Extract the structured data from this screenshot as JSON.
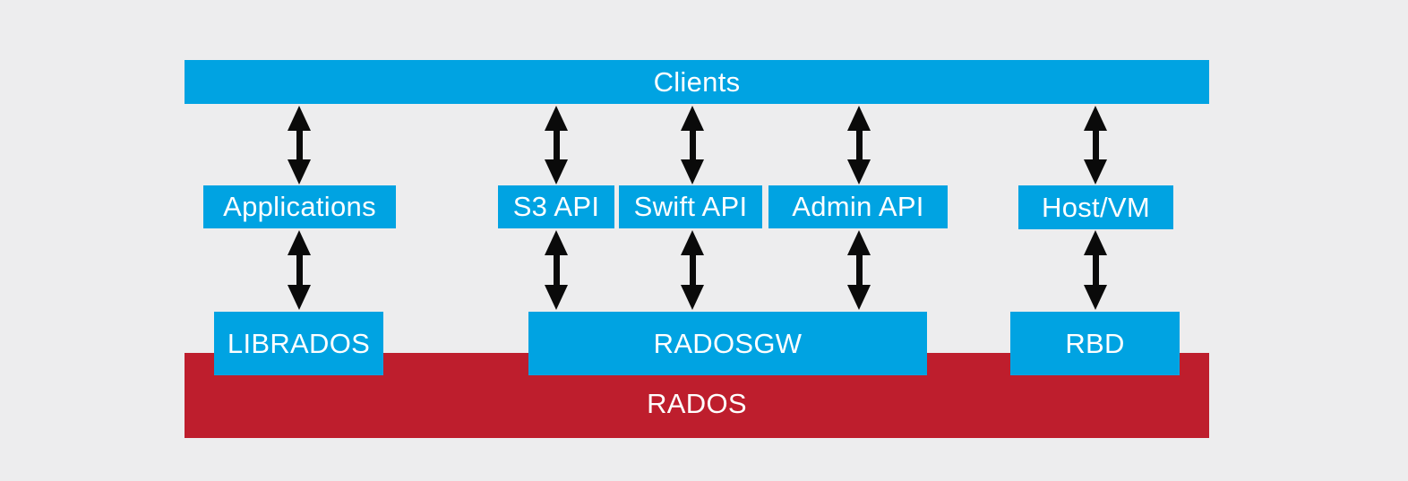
{
  "colors": {
    "bg": "#ededee",
    "blue": "#00a3e2",
    "red": "#be1e2d",
    "label": "#ffffff",
    "arrow": "#0a0a0a"
  },
  "nodes": {
    "clients": {
      "label": "Clients"
    },
    "applications": {
      "label": "Applications"
    },
    "s3_api": {
      "label": "S3 API"
    },
    "swift_api": {
      "label": "Swift API"
    },
    "admin_api": {
      "label": "Admin API"
    },
    "host_vm": {
      "label": "Host/VM"
    },
    "librados": {
      "label": "LIBRADOS"
    },
    "radosgw": {
      "label": "RADOSGW"
    },
    "rbd": {
      "label": "RBD"
    },
    "rados": {
      "label": "RADOS"
    }
  },
  "connections": [
    {
      "from": "Clients",
      "to": "Applications",
      "style": "double-arrow"
    },
    {
      "from": "Clients",
      "to": "S3 API",
      "style": "double-arrow"
    },
    {
      "from": "Clients",
      "to": "Swift API",
      "style": "double-arrow"
    },
    {
      "from": "Clients",
      "to": "Admin API",
      "style": "double-arrow"
    },
    {
      "from": "Clients",
      "to": "Host/VM",
      "style": "double-arrow"
    },
    {
      "from": "Applications",
      "to": "LIBRADOS",
      "style": "double-arrow"
    },
    {
      "from": "S3 API",
      "to": "RADOSGW",
      "style": "double-arrow"
    },
    {
      "from": "Swift API",
      "to": "RADOSGW",
      "style": "double-arrow"
    },
    {
      "from": "Admin API",
      "to": "RADOSGW",
      "style": "double-arrow"
    },
    {
      "from": "Host/VM",
      "to": "RBD",
      "style": "double-arrow"
    }
  ]
}
